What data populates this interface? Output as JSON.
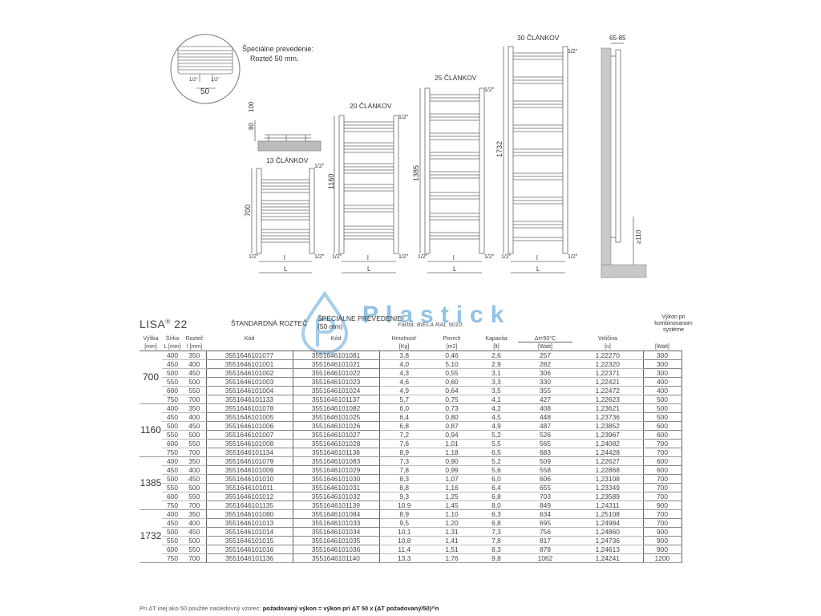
{
  "drawings": {
    "detail_note_line1": "Špeciálne prevedenie:",
    "detail_note_line2": "Rozteč 50 mm.",
    "detail_pipe_left": "1/2\"",
    "detail_pipe_right": "1/2\"",
    "detail_spacing": "50",
    "wall_dim_80": "80",
    "wall_dim_100": "100",
    "radiators": [
      {
        "label": "13 ČLÁNKOV",
        "height": "700"
      },
      {
        "label": "20 ČLÁNKOV",
        "height": "1160"
      },
      {
        "label": "25 ČLÁNKOV",
        "height": "1385"
      },
      {
        "label": "30 ČLÁNKOV",
        "height": "1732"
      }
    ],
    "pipe_label": "1/2\"",
    "width_label_L": "L",
    "width_label_l": "l",
    "side_depth": "65-85",
    "side_floor": "≥110"
  },
  "watermark": "Plastick",
  "table": {
    "title": "LISA",
    "title_sup": "®",
    "title_num": "22",
    "std_header": "ŠTANDARDNÁ ROZTEČ",
    "spec_header_line1": "ŠPECIÁLNE PREVEDENIE",
    "spec_header_line2": "(50 mm)",
    "farba": "Farba: BIELA RAL 9010.",
    "vykon_header": "Výkon pri kombinovanom systéme",
    "headers": [
      "Výška",
      "Šírka",
      "Rozteč",
      "Kód",
      "Kód",
      "Hmotnosť",
      "Povrch",
      "Kapacita",
      "Δt=50°C",
      "Veličina",
      ""
    ],
    "units": [
      "[mm]",
      "L [mm]",
      "l [mm]",
      "",
      "",
      "[Kg]",
      "[m2]",
      "[lt]",
      "[Watt]",
      "[n]",
      "[Watt]"
    ],
    "groups": [
      {
        "height": "700",
        "rows": [
          [
            "400",
            "350",
            "3551646101077",
            "3551646101081",
            "3,8",
            "0,46",
            "2,6",
            "257",
            "1,22270",
            "300"
          ],
          [
            "450",
            "400",
            "3551646101001",
            "3551646101021",
            "4,0",
            "5,10",
            "2,9",
            "282",
            "1,22320",
            "300"
          ],
          [
            "500",
            "450",
            "3551646101002",
            "3551646101022",
            "4,3",
            "0,55",
            "3,1",
            "306",
            "1,22371",
            "300"
          ],
          [
            "550",
            "500",
            "3551646101003",
            "3551646101023",
            "4,6",
            "0,60",
            "3,3",
            "330",
            "1,22421",
            "400"
          ],
          [
            "600",
            "550",
            "3551646101004",
            "3551646101024",
            "4,9",
            "0,64",
            "3,5",
            "355",
            "1,22472",
            "400"
          ],
          [
            "750",
            "700",
            "3551646101133",
            "3551646101137",
            "5,7",
            "0,75",
            "4,1",
            "427",
            "1,22623",
            "500"
          ]
        ]
      },
      {
        "height": "1160",
        "rows": [
          [
            "400",
            "350",
            "3551646101078",
            "3551646101082",
            "6,0",
            "0,73",
            "4,2",
            "408",
            "1,23621",
            "500"
          ],
          [
            "450",
            "400",
            "3551646101005",
            "3551646101025",
            "6,4",
            "0,80",
            "4,5",
            "448",
            "1,23736",
            "500"
          ],
          [
            "500",
            "450",
            "3551646101006",
            "3551646101026",
            "6,8",
            "0,87",
            "4,9",
            "487",
            "1,23852",
            "600"
          ],
          [
            "550",
            "500",
            "3551646101007",
            "3551646101027",
            "7,2",
            "0,94",
            "5,2",
            "526",
            "1,23967",
            "600"
          ],
          [
            "600",
            "550",
            "3551646101008",
            "3551646101028",
            "7,6",
            "1,01",
            "5,5",
            "565",
            "1,24082",
            "700"
          ],
          [
            "750",
            "700",
            "3551646101134",
            "3551646101138",
            "8,9",
            "1,18",
            "6,5",
            "683",
            "1,24428",
            "700"
          ]
        ]
      },
      {
        "height": "1385",
        "rows": [
          [
            "400",
            "350",
            "3551646101079",
            "3551646101083",
            "7,3",
            "0,90",
            "5,2",
            "509",
            "1,22627",
            "600"
          ],
          [
            "450",
            "400",
            "3551646101009",
            "3551646101029",
            "7,8",
            "0,99",
            "5,6",
            "558",
            "1,22868",
            "600"
          ],
          [
            "500",
            "450",
            "3551646101010",
            "3551646101030",
            "8,3",
            "1,07",
            "6,0",
            "606",
            "1,23108",
            "700"
          ],
          [
            "550",
            "500",
            "3551646101011",
            "3551646101031",
            "8,8",
            "1,16",
            "6,4",
            "655",
            "1,23349",
            "700"
          ],
          [
            "600",
            "550",
            "3551646101012",
            "3551646101032",
            "9,3",
            "1,25",
            "6,8",
            "703",
            "1,23589",
            "700"
          ],
          [
            "750",
            "700",
            "3551646101135",
            "3551646101139",
            "10,9",
            "1,45",
            "8,0",
            "849",
            "1,24311",
            "900"
          ]
        ]
      },
      {
        "height": "1732",
        "rows": [
          [
            "400",
            "350",
            "3551646101080",
            "3551646101084",
            "8,9",
            "1,10",
            "6,3",
            "634",
            "1,25108",
            "700"
          ],
          [
            "450",
            "400",
            "3551646101013",
            "3551646101033",
            "9,5",
            "1,20",
            "6,8",
            "695",
            "1,24984",
            "700"
          ],
          [
            "500",
            "450",
            "3551646101014",
            "3551646101034",
            "10,1",
            "1,31",
            "7,3",
            "756",
            "1,24860",
            "900"
          ],
          [
            "550",
            "500",
            "3551646101015",
            "3551646101035",
            "10,8",
            "1,41",
            "7,8",
            "817",
            "1,24736",
            "900"
          ],
          [
            "600",
            "550",
            "3551646101016",
            "3551646101036",
            "11,4",
            "1,51",
            "8,3",
            "878",
            "1,24613",
            "900"
          ],
          [
            "750",
            "700",
            "3551646101136",
            "3551646101140",
            "13,3",
            "1,76",
            "9,8",
            "1062",
            "1,24241",
            "1200"
          ]
        ]
      }
    ],
    "footnote_prefix": "Pri ΔT inej ako 50 použite nasledovný vzorec: ",
    "footnote_formula": "požadovaný výkon = výkon pri ΔT 50 x (ΔT požadovaný/50)^n"
  }
}
